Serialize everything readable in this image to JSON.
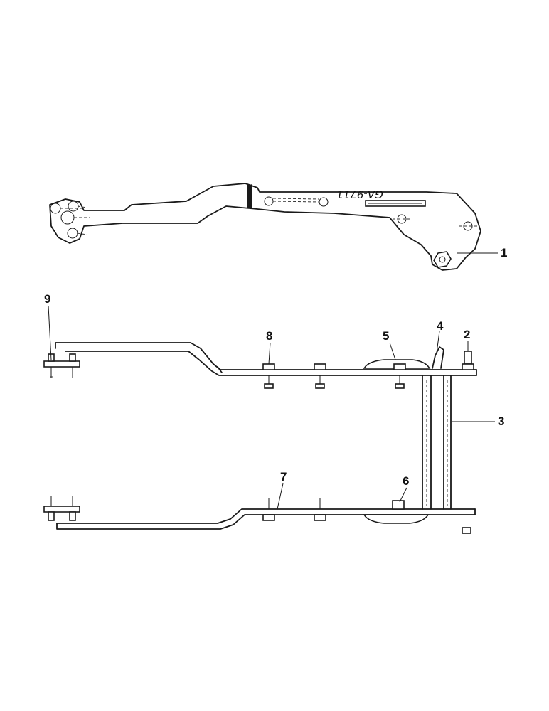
{
  "drawing_number": "GA-9711",
  "callouts": {
    "c1": "1",
    "c2": "2",
    "c3": "3",
    "c4": "4",
    "c5": "5",
    "c6": "6",
    "c7": "7",
    "c8": "8",
    "c9": "9"
  }
}
